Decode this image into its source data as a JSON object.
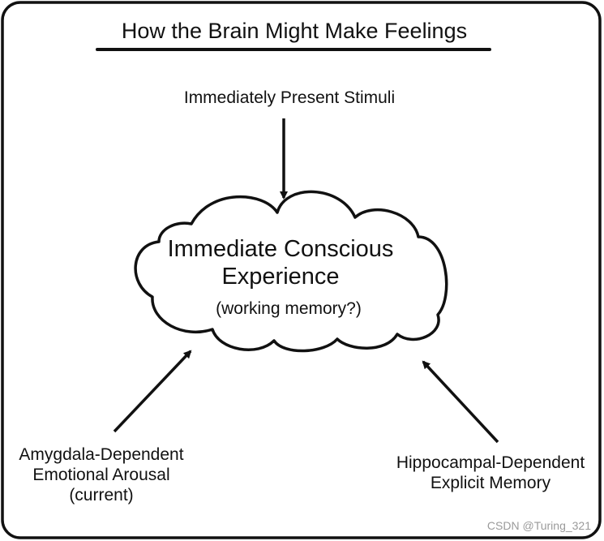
{
  "title": "How the Brain Might Make Feelings",
  "nodes": {
    "stimuli": "Immediately Present Stimuli",
    "experience": {
      "line1": "Immediate Conscious",
      "line2": "Experience",
      "subtitle": "(working memory?)"
    },
    "amygdala": {
      "line1": "Amygdala-Dependent",
      "line2": "Emotional Arousal",
      "line3": "(current)"
    },
    "hippocampal": {
      "line1": "Hippocampal-Dependent",
      "line2": "Explicit Memory"
    }
  },
  "edges": [
    {
      "from": "Immediately Present Stimuli",
      "to": "Immediate Conscious Experience"
    },
    {
      "from": "Amygdala-Dependent Emotional Arousal (current)",
      "to": "Immediate Conscious Experience"
    },
    {
      "from": "Hippocampal-Dependent Explicit Memory",
      "to": "Immediate Conscious Experience"
    }
  ],
  "watermark": "CSDN @Turing_321",
  "colors": {
    "stroke": "#111111",
    "background": "#ffffff",
    "watermark": "#9a9a9a"
  }
}
